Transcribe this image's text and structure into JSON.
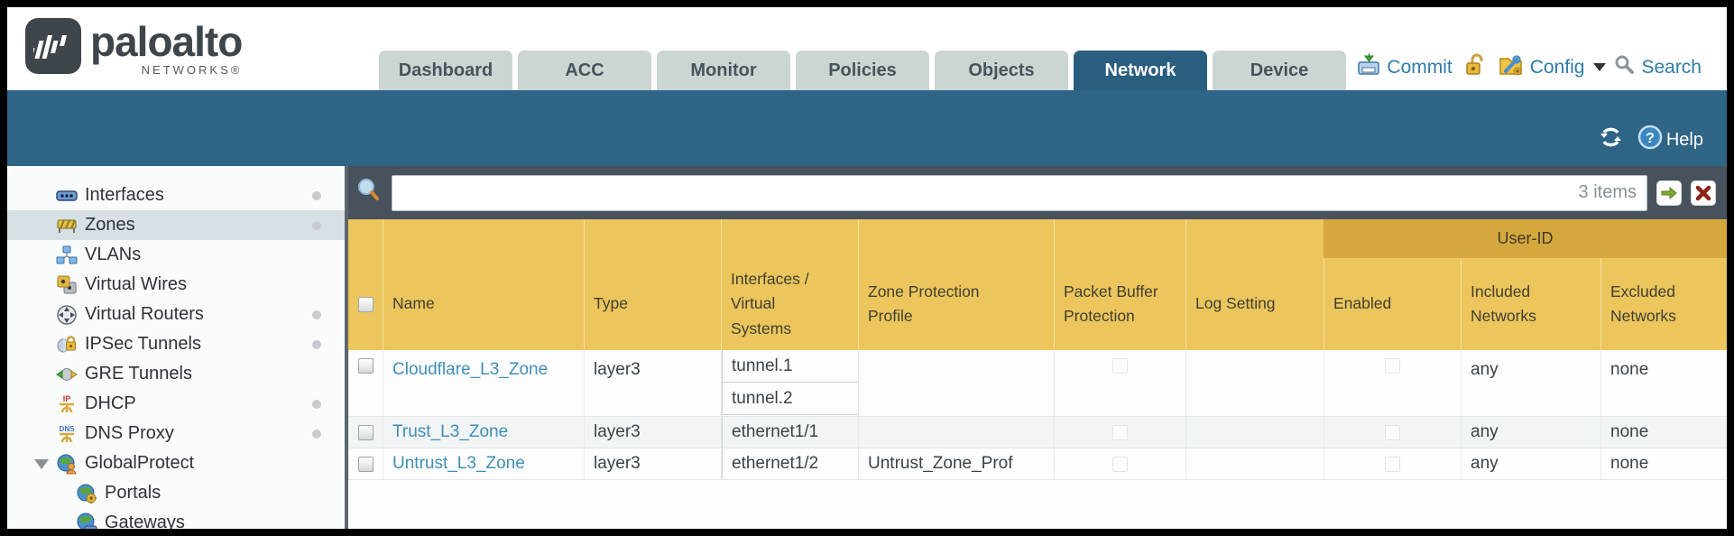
{
  "brand": {
    "name": "paloalto",
    "sub": "NETWORKS®"
  },
  "nav": {
    "tabs": [
      {
        "label": "Dashboard"
      },
      {
        "label": "ACC"
      },
      {
        "label": "Monitor"
      },
      {
        "label": "Policies"
      },
      {
        "label": "Objects"
      },
      {
        "label": "Network",
        "active": true
      },
      {
        "label": "Device"
      }
    ]
  },
  "top_tools": {
    "commit": "Commit",
    "config": "Config",
    "search": "Search"
  },
  "band_tools": {
    "help": "Help"
  },
  "sidebar": {
    "items": [
      {
        "label": "Interfaces"
      },
      {
        "label": "Zones"
      },
      {
        "label": "VLANs"
      },
      {
        "label": "Virtual Wires"
      },
      {
        "label": "Virtual Routers"
      },
      {
        "label": "IPSec Tunnels"
      },
      {
        "label": "GRE Tunnels"
      },
      {
        "label": "DHCP"
      },
      {
        "label": "DNS Proxy"
      },
      {
        "label": "GlobalProtect"
      },
      {
        "label": "Portals"
      },
      {
        "label": "Gateways"
      }
    ]
  },
  "filter": {
    "placeholder": "",
    "count": "3 items"
  },
  "table": {
    "group_header": "User-ID",
    "columns": [
      "Name",
      "Type",
      "Interfaces /\nVirtual\nSystems",
      "Zone Protection\nProfile",
      "Packet Buffer\nProtection",
      "Log Setting",
      "Enabled",
      "Included\nNetworks",
      "Excluded\nNetworks"
    ],
    "rows": [
      {
        "name": "Cloudflare_L3_Zone",
        "type": "layer3",
        "interfaces": [
          "tunnel.1",
          "tunnel.2"
        ],
        "zone_protection_profile": "",
        "log_setting": "",
        "included_networks": "any",
        "excluded_networks": "none"
      },
      {
        "name": "Trust_L3_Zone",
        "type": "layer3",
        "interfaces": [
          "ethernet1/1"
        ],
        "zone_protection_profile": "",
        "log_setting": "",
        "included_networks": "any",
        "excluded_networks": "none"
      },
      {
        "name": "Untrust_L3_Zone",
        "type": "layer3",
        "interfaces": [
          "ethernet1/2"
        ],
        "zone_protection_profile": "Untrust_Zone_Prof",
        "log_setting": "",
        "included_networks": "any",
        "excluded_networks": "none"
      }
    ]
  },
  "colors": {
    "teal_band": "#2E6485",
    "active_tab": "#2A5E7F",
    "slate_bar": "#47525C",
    "header_gold": "#ECC65C",
    "group_gold": "#D5A83E",
    "link_blue": "#3F8FB7",
    "tool_blue": "#2E7CAB"
  }
}
